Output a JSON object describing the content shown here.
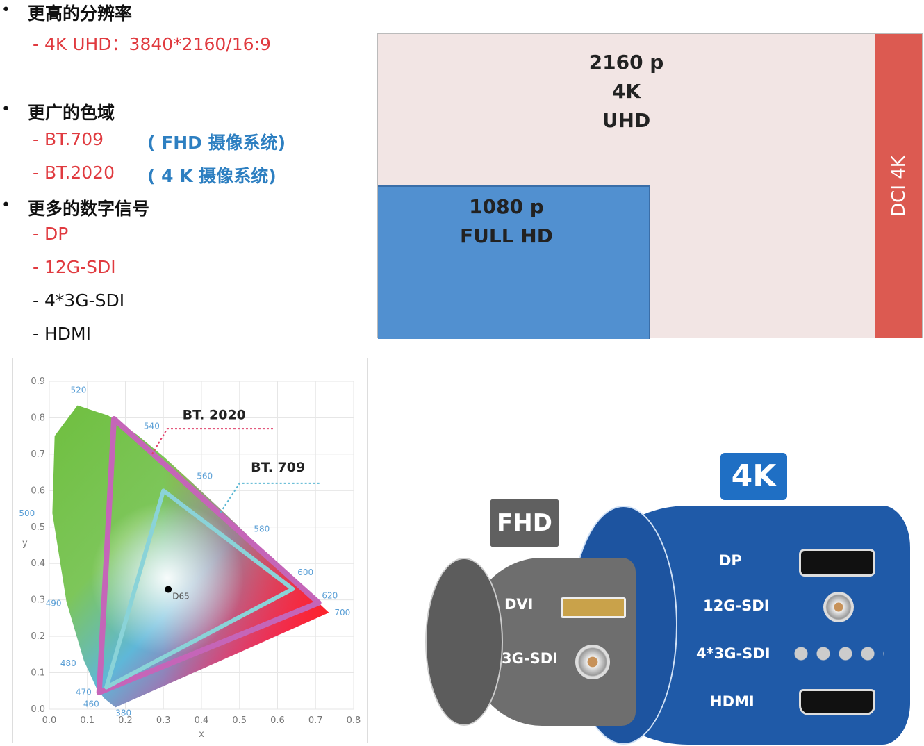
{
  "bullets": [
    {
      "title": "更高的分辨率",
      "items": [
        {
          "text": "- 4K UHD：3840*2160/16:9",
          "color": "#e03a3f"
        }
      ]
    },
    {
      "title": "更广的色域",
      "items": [
        {
          "text": "- BT.709",
          "note": "( FHD 摄像系统)",
          "color": "#e03a3f"
        },
        {
          "text": "- BT.2020",
          "note": "(  4 K  摄像系统)",
          "color": "#e03a3f"
        }
      ]
    },
    {
      "title": "更多的数字信号",
      "items": [
        {
          "text": "- DP",
          "color": "#e03a3f"
        },
        {
          "text": "- 12G-SDI",
          "color": "#e03a3f"
        },
        {
          "text": "- 4*3G-SDI",
          "color": "#111111"
        },
        {
          "text": "- HDMI",
          "color": "#111111"
        }
      ]
    }
  ],
  "resolution": {
    "uhd_line1": "2160 p",
    "uhd_line2": "4K UHD",
    "fhd_line1": "1080 p",
    "fhd_line2": "FULL HD",
    "dci": "DCI 4K"
  },
  "camera": {
    "badge_4k": "4K",
    "badge_fhd": "FHD",
    "fhd_ports": [
      "DVI",
      "3G-SDI"
    ],
    "uhd_ports": [
      "DP",
      "12G-SDI",
      "4*3G-SDI",
      "HDMI"
    ]
  },
  "chart_data": {
    "type": "scatter",
    "title": "",
    "xlabel": "x",
    "ylabel": "y",
    "xlim": [
      0,
      0.8
    ],
    "ylim": [
      0,
      0.9
    ],
    "xticks": [
      "0.0",
      "0.1",
      "0.2",
      "0.3",
      "0.4",
      "0.5",
      "0.6",
      "0.7",
      "0.8"
    ],
    "yticks": [
      "0.0",
      "0.1",
      "0.2",
      "0.3",
      "0.4",
      "0.5",
      "0.6",
      "0.7",
      "0.8",
      "0.9"
    ],
    "grid": true,
    "locus": [
      [
        0.174,
        0.005
      ],
      [
        0.144,
        0.03
      ],
      [
        0.124,
        0.058
      ],
      [
        0.091,
        0.133
      ],
      [
        0.045,
        0.295
      ],
      [
        0.008,
        0.538
      ],
      [
        0.014,
        0.75
      ],
      [
        0.074,
        0.834
      ],
      [
        0.155,
        0.806
      ],
      [
        0.23,
        0.754
      ],
      [
        0.302,
        0.692
      ],
      [
        0.373,
        0.624
      ],
      [
        0.444,
        0.555
      ],
      [
        0.512,
        0.487
      ],
      [
        0.575,
        0.424
      ],
      [
        0.627,
        0.372
      ],
      [
        0.691,
        0.308
      ],
      [
        0.735,
        0.265
      ]
    ],
    "wavelengths": [
      {
        "label": "520",
        "x": 0.074,
        "y": 0.834
      },
      {
        "label": "540",
        "x": 0.23,
        "y": 0.754
      },
      {
        "label": "560",
        "x": 0.373,
        "y": 0.624
      },
      {
        "label": "580",
        "x": 0.512,
        "y": 0.487
      },
      {
        "label": "600",
        "x": 0.627,
        "y": 0.372
      },
      {
        "label": "620",
        "x": 0.691,
        "y": 0.308
      },
      {
        "label": "700",
        "x": 0.735,
        "y": 0.265
      },
      {
        "label": "500",
        "x": 0.008,
        "y": 0.538
      },
      {
        "label": "490",
        "x": 0.045,
        "y": 0.295
      },
      {
        "label": "480",
        "x": 0.091,
        "y": 0.133
      },
      {
        "label": "470",
        "x": 0.124,
        "y": 0.058
      },
      {
        "label": "460",
        "x": 0.144,
        "y": 0.03
      },
      {
        "label": "380",
        "x": 0.174,
        "y": 0.005
      }
    ],
    "series": [
      {
        "name": "BT. 2020",
        "color": "#c565b8",
        "points": [
          [
            0.708,
            0.292
          ],
          [
            0.17,
            0.797
          ],
          [
            0.131,
            0.046
          ]
        ]
      },
      {
        "name": "BT. 709",
        "color": "#8ad3d8",
        "points": [
          [
            0.64,
            0.33
          ],
          [
            0.3,
            0.6
          ],
          [
            0.15,
            0.06
          ]
        ]
      }
    ],
    "white_point": {
      "label": "D65",
      "x": 0.3127,
      "y": 0.329
    }
  }
}
